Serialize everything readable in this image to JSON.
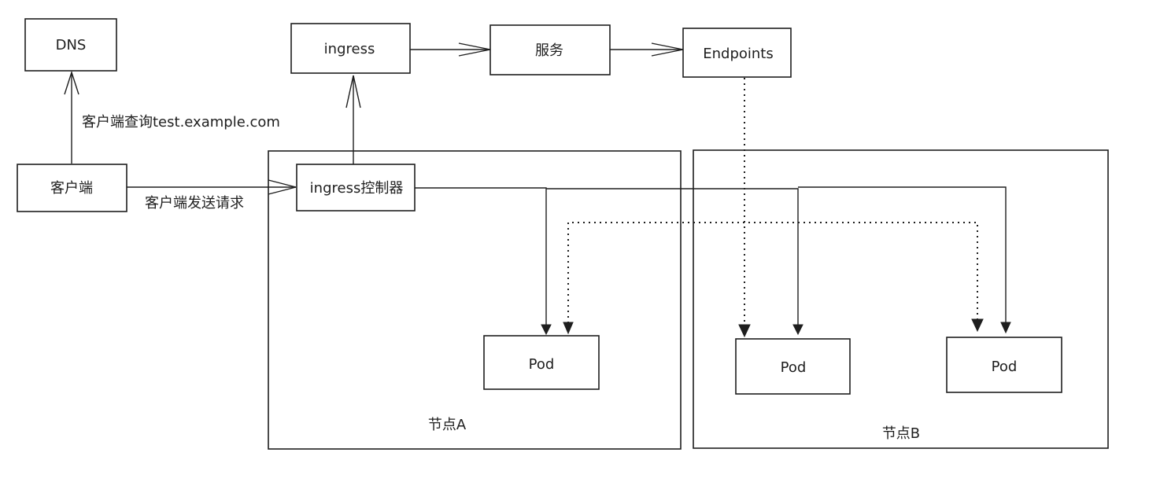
{
  "nodes": {
    "dns": "DNS",
    "client": "客户端",
    "ingress": "ingress",
    "service": "服务",
    "endpoints": "Endpoints",
    "ingress_controller": "ingress控制器",
    "pod_a": "Pod",
    "pod_b1": "Pod",
    "pod_b2": "Pod"
  },
  "groups": {
    "node_a": "节点A",
    "node_b": "节点B"
  },
  "edges": {
    "client_to_dns": "客户端查询test.example.com",
    "client_to_controller": "客户端发送请求"
  }
}
